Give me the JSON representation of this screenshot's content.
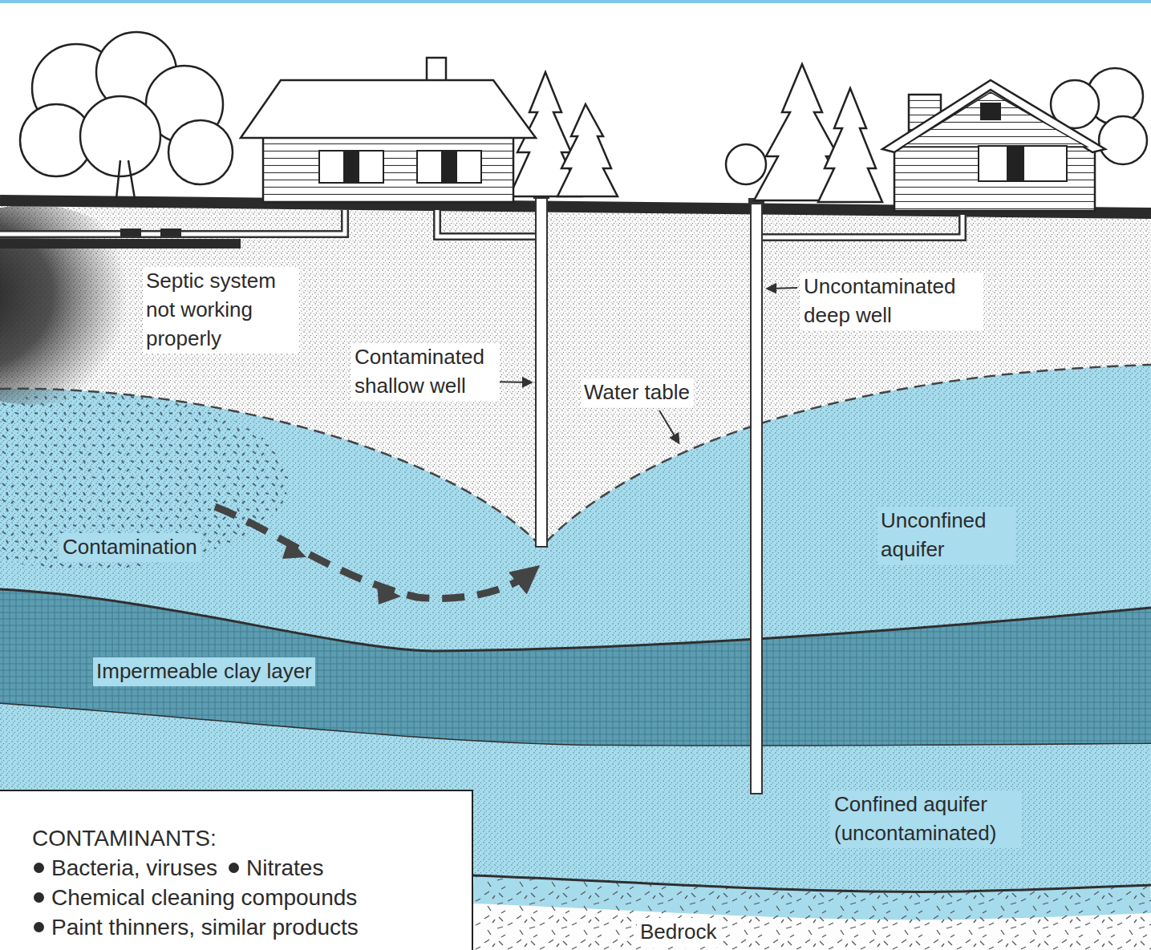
{
  "diagram": {
    "nodes": [
      {
        "text": [
          "CONTAMINANTS:",
          "Bacteria, viruses",
          "Nitrates",
          "Chemical cleaning compounds",
          "Paint thinners, similar products"
        ]
      }
    ],
    "labels": [
      "Septic system not working properly",
      "Contaminated shallow well",
      "Water table",
      "Uncontaminated deep well",
      "Unconfined aquifer",
      "Contamination",
      "Impermeable clay layer",
      "Confined aquifer (uncontaminated)",
      "Bedrock"
    ]
  }
}
